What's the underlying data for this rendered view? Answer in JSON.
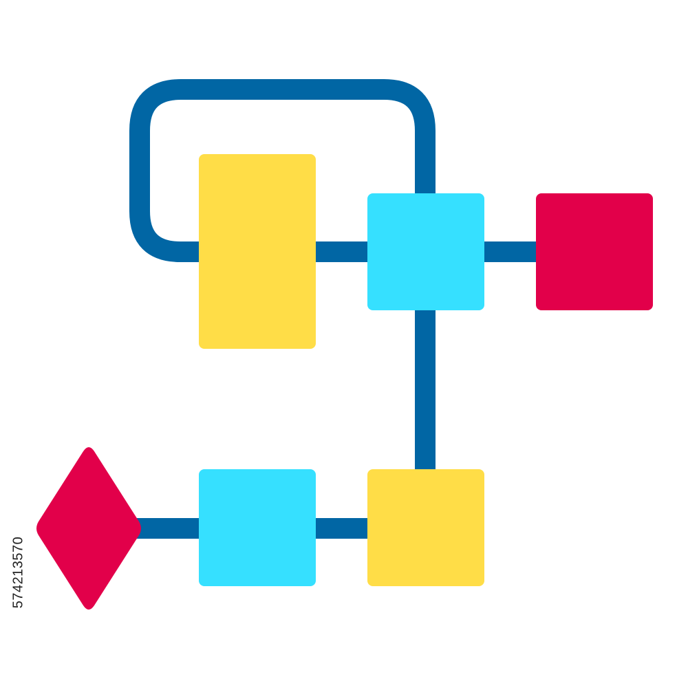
{
  "image": {
    "side_text": "574213570"
  },
  "colors": {
    "connector": "#0166A4",
    "yellow": "#FFDD47",
    "cyan": "#36E0FF",
    "red": "#E2004A",
    "background": "#FFFFFF"
  },
  "shapes": [
    {
      "name": "yellow-tall-process-block",
      "kind": "rect",
      "fill": "yellow"
    },
    {
      "name": "cyan-top-process-block",
      "kind": "rect",
      "fill": "cyan"
    },
    {
      "name": "red-end-block",
      "kind": "rect",
      "fill": "red"
    },
    {
      "name": "cyan-bottom-process-block",
      "kind": "rect",
      "fill": "cyan"
    },
    {
      "name": "yellow-bottom-process-block",
      "kind": "rect",
      "fill": "yellow"
    },
    {
      "name": "red-decision-diamond",
      "kind": "diamond",
      "fill": "red"
    }
  ]
}
